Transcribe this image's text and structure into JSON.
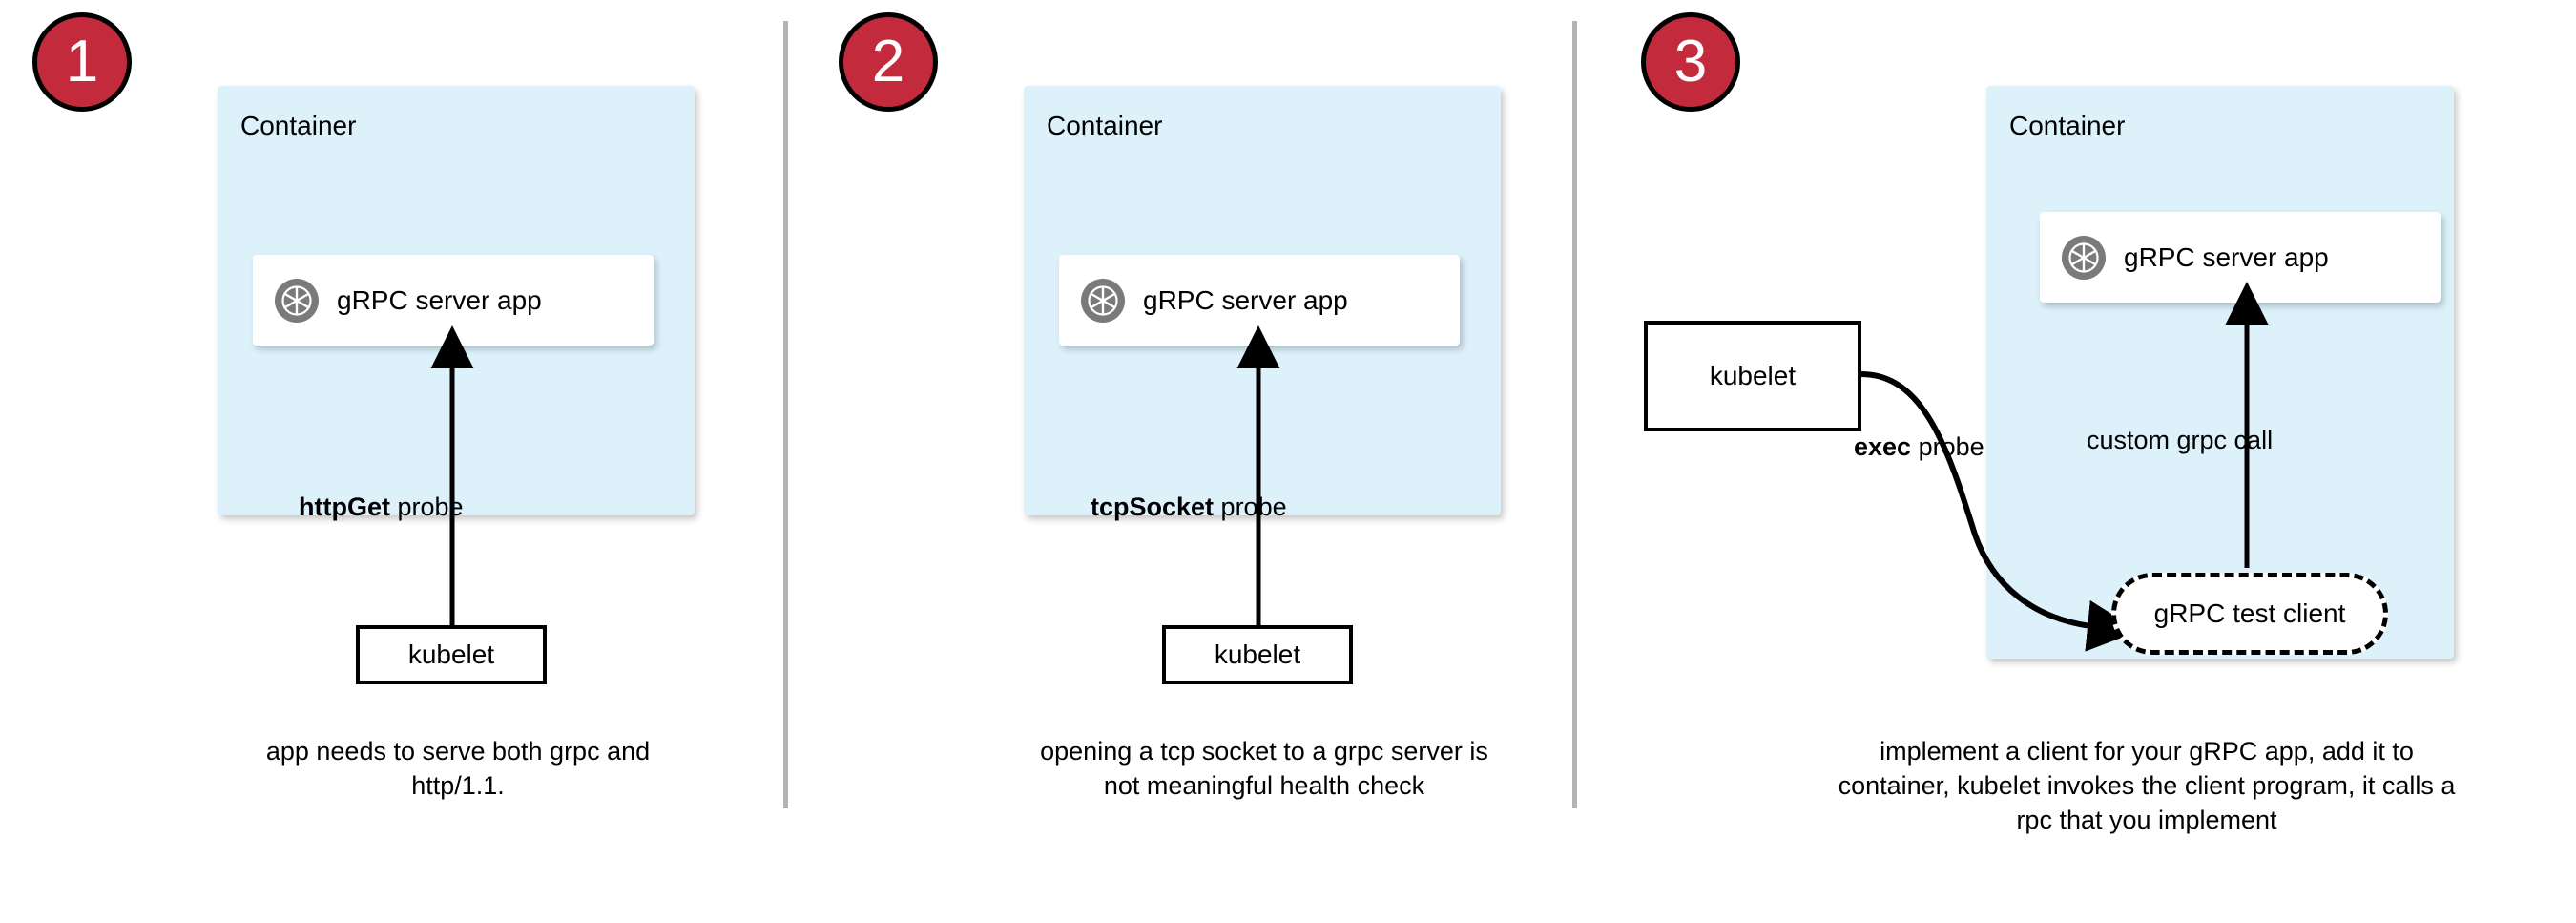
{
  "diagram": {
    "title": "gRPC health probe approaches in Kubernetes",
    "colors": {
      "badge_fill": "#c32b3d",
      "badge_stroke": "#000000",
      "badge_text": "#ffffff",
      "container_fill": "#ddf1fb",
      "card_fill": "#ffffff",
      "stroke": "#000000",
      "divider": "#b3b3b3",
      "icon_gray": "#7a7a7a"
    },
    "panels": [
      {
        "number": "1",
        "container_label": "Container",
        "app_label": "gRPC server app",
        "app_icon": "grpc-aperture-icon",
        "probe_label_bold": "httpGet",
        "probe_label_rest": " probe",
        "actor_label": "kubelet",
        "caption": "app needs to serve both grpc and http/1.1."
      },
      {
        "number": "2",
        "container_label": "Container",
        "app_label": "gRPC server app",
        "app_icon": "grpc-aperture-icon",
        "probe_label_bold": "tcpSocket",
        "probe_label_rest": " probe",
        "actor_label": "kubelet",
        "caption": "opening a tcp socket to a grpc server is not meaningful health check"
      },
      {
        "number": "3",
        "container_label": "Container",
        "app_label": "gRPC server app",
        "app_icon": "grpc-aperture-icon",
        "probe_label_bold": "exec",
        "probe_label_rest": " probe",
        "actor_label": "kubelet",
        "client_label": "gRPC test client",
        "call_label": "custom grpc call",
        "caption": "implement a client for your gRPC app, add it to container, kubelet invokes the client program, it calls a rpc that you implement"
      }
    ]
  }
}
